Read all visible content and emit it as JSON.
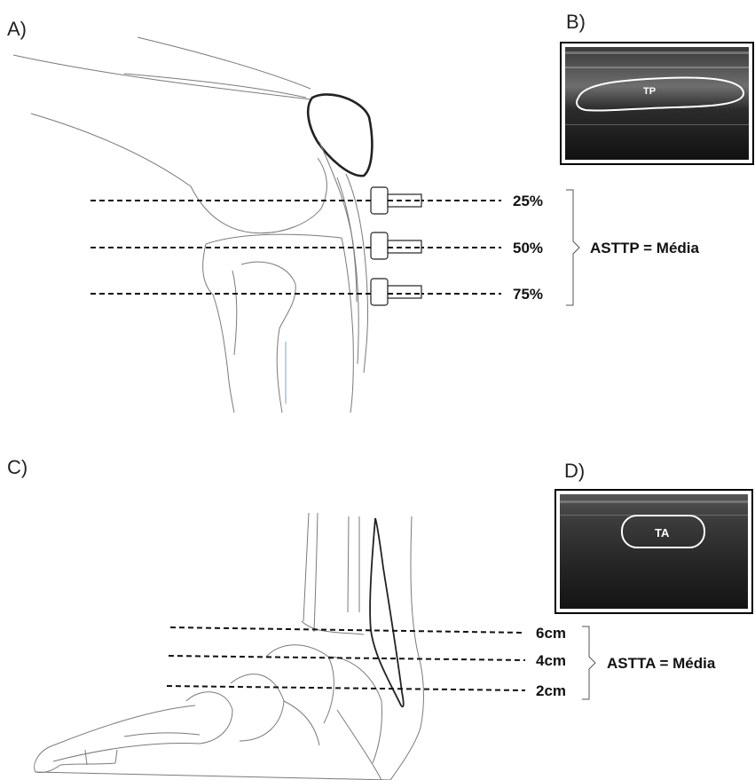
{
  "panels": {
    "a": {
      "label": "A)",
      "levels": [
        "25%",
        "50%",
        "75%"
      ],
      "formula": "ASTTP = Média"
    },
    "b": {
      "label": "B)",
      "roi_label": "TP"
    },
    "c": {
      "label": "C)",
      "levels": [
        "6cm",
        "4cm",
        "2cm"
      ],
      "formula": "ASTTA = Média"
    },
    "d": {
      "label": "D)",
      "roi_label": "TA"
    }
  }
}
